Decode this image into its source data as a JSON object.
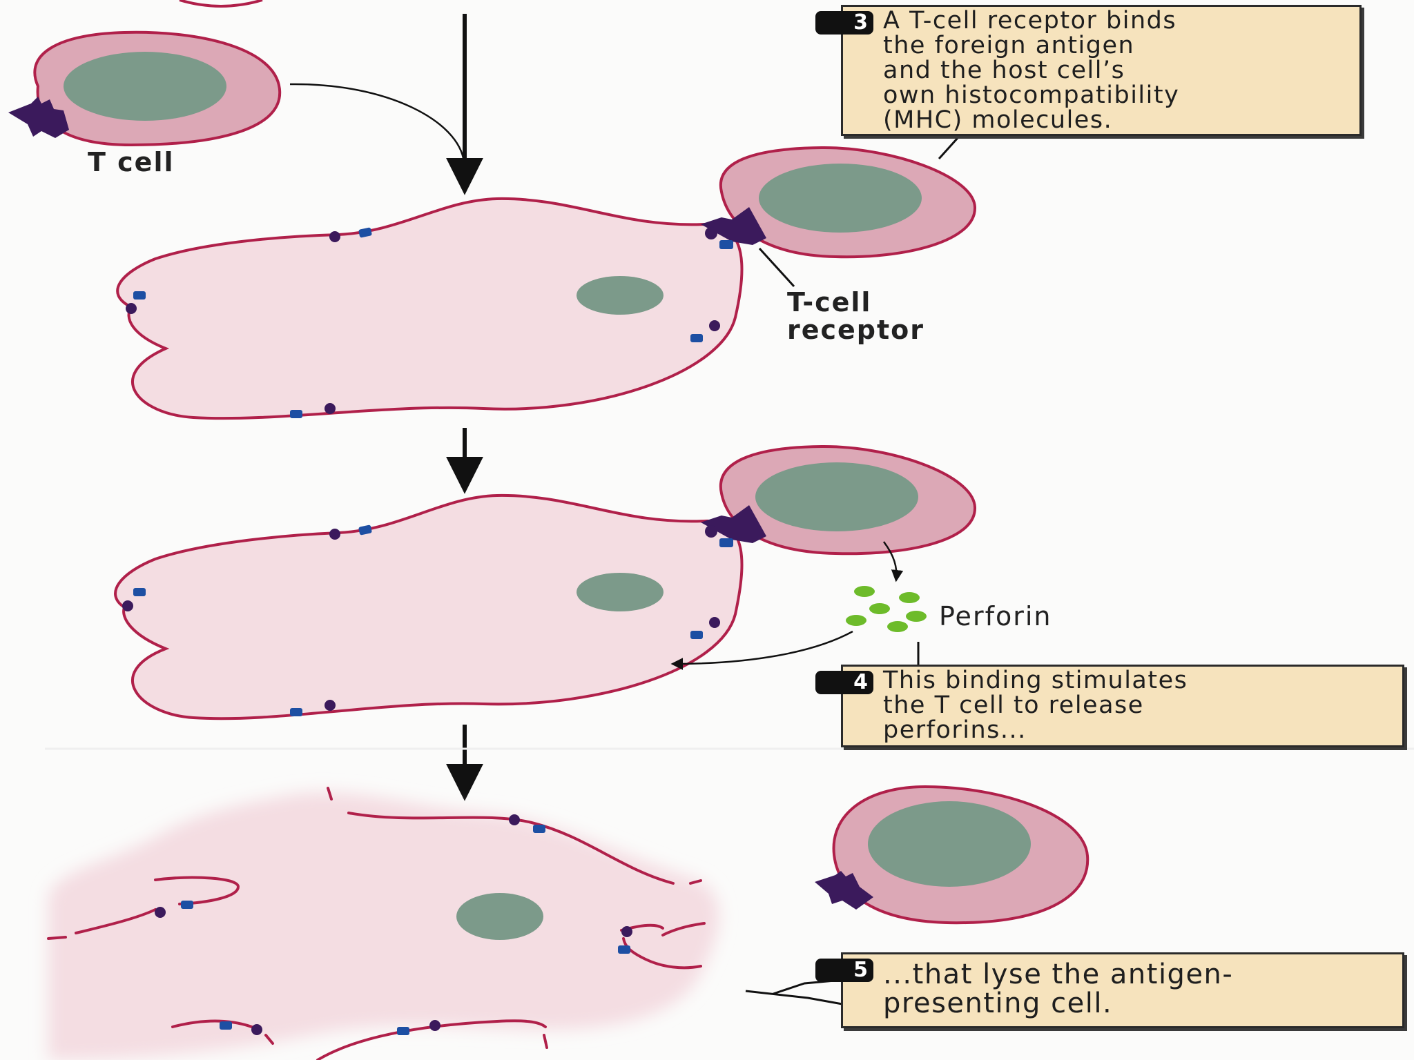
{
  "labels": {
    "t_cell": "T cell",
    "t_cell_receptor": "T-cell\nreceptor",
    "perforin": "Perforin"
  },
  "callouts": [
    {
      "number": "3",
      "text": "A T-cell receptor binds\nthe foreign antigen\nand the host cell’s\nown histocompatibility\n(MHC) molecules."
    },
    {
      "number": "4",
      "text": "This binding stimulates\nthe  T cell to release\nperforins..."
    },
    {
      "number": "5",
      "text": "...that lyse the antigen-\npresenting cell."
    }
  ],
  "colors": {
    "cell_fill": "#f4dde2",
    "t_cell_fill": "#dca8b6",
    "membrane": "#b0204a",
    "nucleus": "#7c9a8a",
    "mhc": "#3b1a5c",
    "antigen": "#1d4fa3",
    "perforin": "#6dbb2a",
    "callout_fill": "#f6e3bd"
  }
}
